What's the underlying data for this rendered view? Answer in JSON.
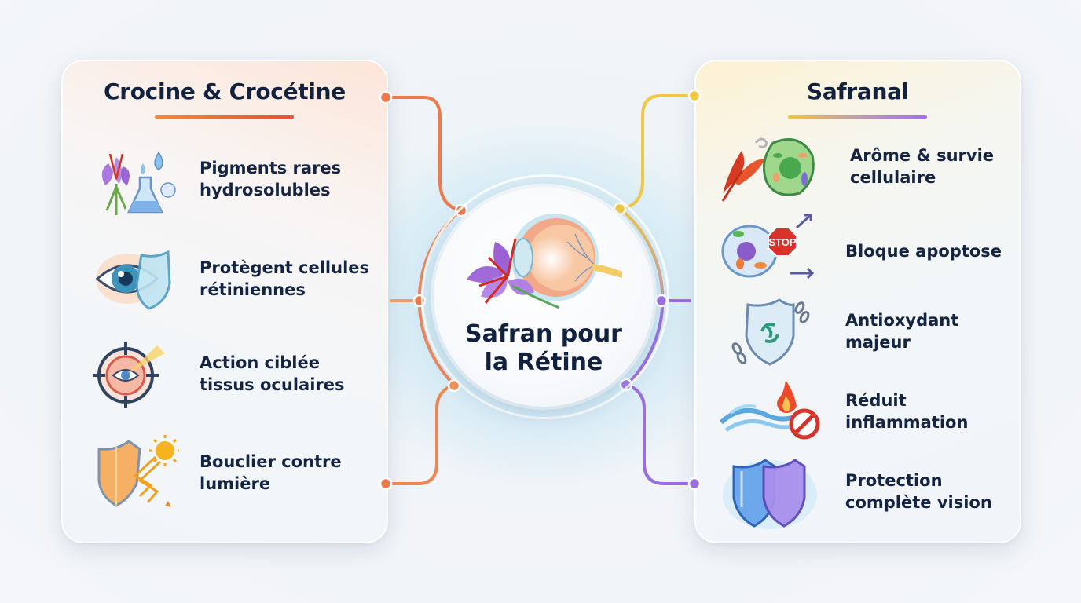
{
  "center": {
    "title": "Safran pour\nla Rétine",
    "icon": "saffron-flower-and-eye-anatomy-icon"
  },
  "left_panel": {
    "title": "Crocine & Crocétine",
    "accent_color": "#ee7a4c",
    "underline_gradient": [
      "#f08a3c",
      "#e4503a"
    ],
    "items": [
      {
        "label": "Pigments rares\nhydrosolubles",
        "icon": "saffron-flask-droplets-icon"
      },
      {
        "label": "Protègent cellules\nrétiniennes",
        "icon": "eye-shield-icon"
      },
      {
        "label": "Action ciblée\ntissus oculaires",
        "icon": "target-eye-icon"
      },
      {
        "label": "Bouclier contre\nlumière",
        "icon": "shield-sun-reflect-icon"
      }
    ]
  },
  "right_panel": {
    "title": "Safranal",
    "accent_color": "#a070e0",
    "underline_gradient": [
      "#f2c540",
      "#a56ee6"
    ],
    "items": [
      {
        "label": "Arôme & survie\ncellulaire",
        "icon": "saffron-aroma-cell-icon"
      },
      {
        "label": "Bloque apoptose",
        "icon": "cell-stop-sign-icon"
      },
      {
        "label": "Antioxydant\nmajeur",
        "icon": "shield-broken-chains-icon"
      },
      {
        "label": "Réduit\ninflammation",
        "icon": "wave-fire-prohibited-icon"
      },
      {
        "label": "Protection\ncomplète vision",
        "icon": "double-shield-icon"
      }
    ]
  },
  "colors": {
    "connector_orange": "#ee7a4c",
    "connector_yellow": "#f0c848",
    "connector_purple": "#9a6ee0",
    "text_dark": "#12213d"
  }
}
